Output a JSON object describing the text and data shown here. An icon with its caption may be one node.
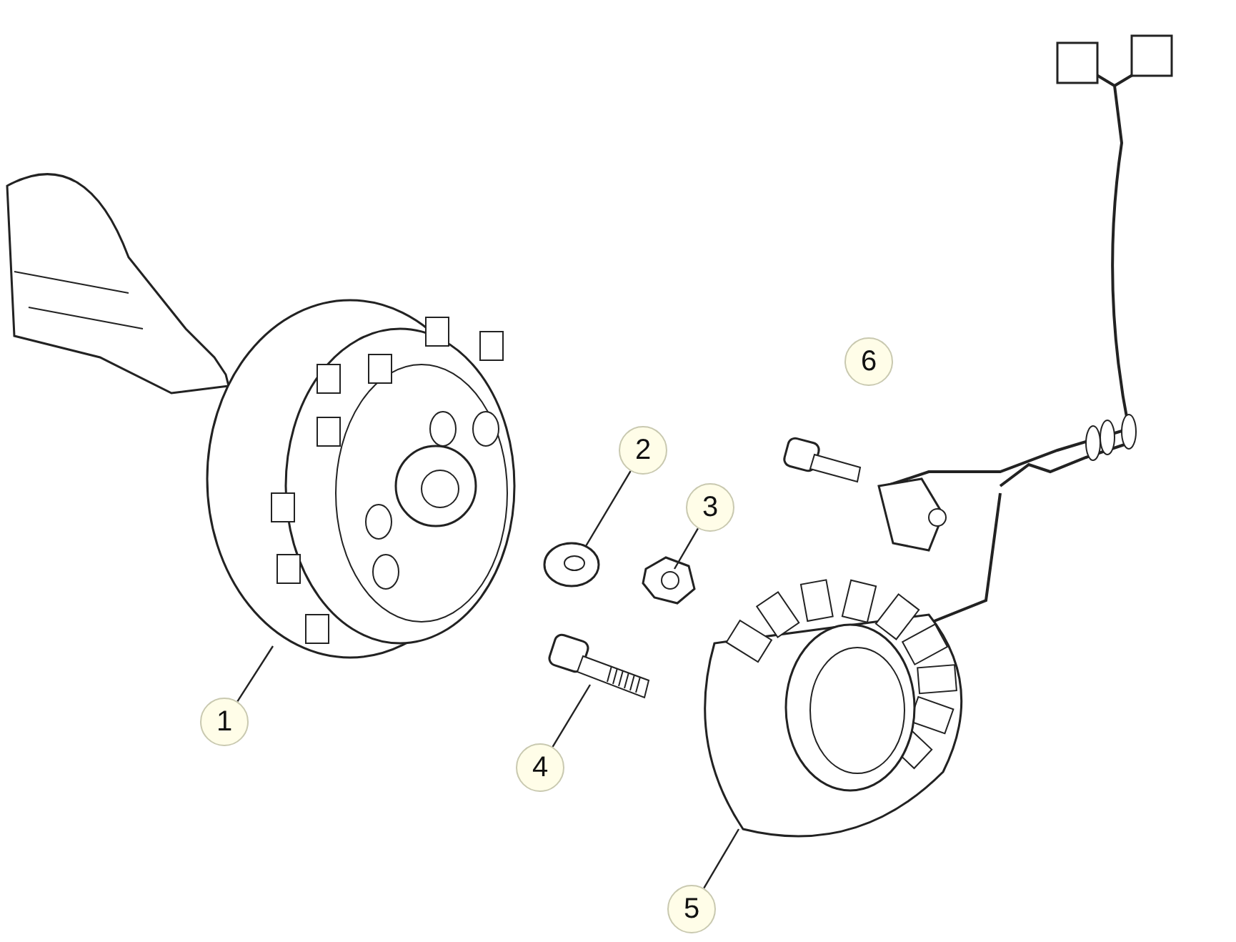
{
  "diagram": {
    "nodes": [
      {
        "text": [
          "1"
        ]
      },
      {
        "text": [
          "2"
        ]
      },
      {
        "text": [
          "3"
        ]
      },
      {
        "text": [
          "4"
        ]
      },
      {
        "text": [
          "5"
        ]
      },
      {
        "text": [
          "6"
        ]
      },
      {
        "text": [],
        "shape": "picture"
      },
      {
        "text": [],
        "shape": "picture"
      },
      {
        "text": [],
        "shape": "picture"
      },
      {
        "text": [],
        "shape": "picture"
      },
      {
        "text": [],
        "shape": "picture"
      }
    ],
    "edges": [
      {
        "from": 0,
        "to": 6,
        "arrow": "none"
      },
      {
        "from": 1,
        "to": 7,
        "arrow": "none"
      },
      {
        "from": 2,
        "to": 8,
        "arrow": "none"
      },
      {
        "from": 3,
        "to": 9,
        "arrow": "none"
      },
      {
        "from": 4,
        "to": 10,
        "arrow": "none"
      }
    ]
  }
}
